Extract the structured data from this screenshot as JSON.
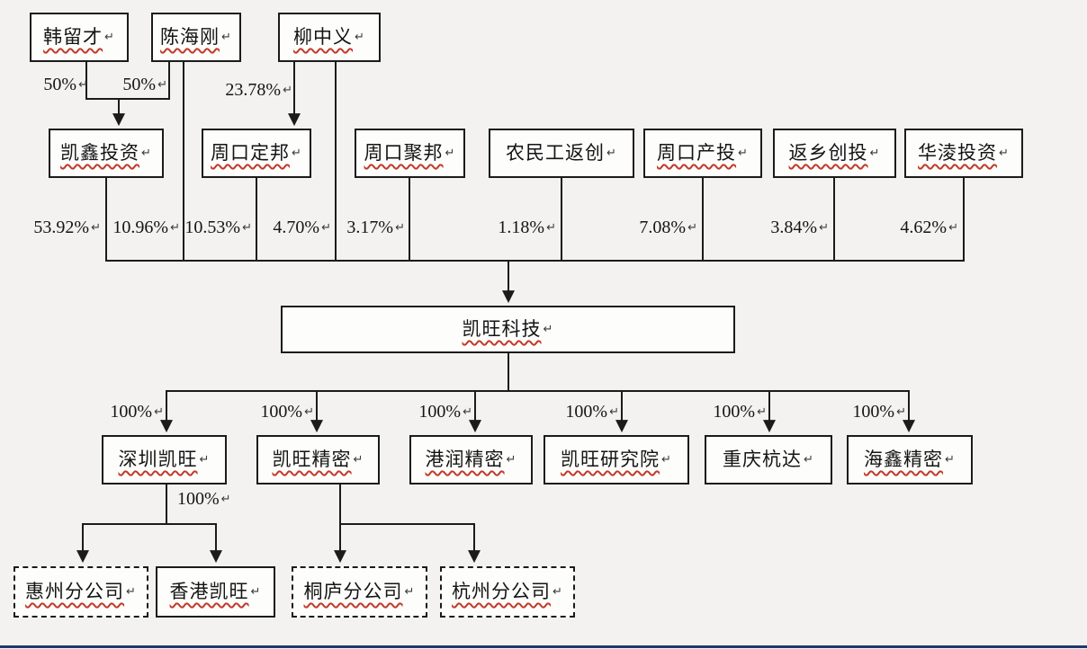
{
  "mark": "↵",
  "colors": {
    "background": "#f3f2f1",
    "box_border": "#1b1b1b",
    "box_fill": "#fdfdfc",
    "red_underline": "#c23a28",
    "bottom_bar": "#20386b"
  },
  "persons": {
    "han": "韩留才",
    "chen": "陈海刚",
    "liu": "柳中义"
  },
  "top_stakes": {
    "han_to_kaixin": "50%",
    "chen_to_kaixin": "50%",
    "liu_to_dingbang": "23.78%"
  },
  "holders": {
    "kaixin": "凯鑫投资",
    "dingbang": "周口定邦",
    "jubang": "周口聚邦",
    "nongmin": "农民工返创",
    "chantou": "周口产投",
    "fanxiang": "返乡创投",
    "hualing": "华淩投资"
  },
  "company_stakes": {
    "kaixin": "53.92%",
    "chen_direct": "10.96%",
    "dingbang": "10.53%",
    "liu_direct": "4.70%",
    "jubang": "3.17%",
    "nongmin": "1.18%",
    "chantou": "7.08%",
    "fanxiang": "3.84%",
    "hualing": "4.62%"
  },
  "company": "凯旺科技",
  "subsidiary_stake": "100%",
  "subsidiaries": {
    "shenzhen": "深圳凯旺",
    "jingmi": "凯旺精密",
    "gangrun": "港润精密",
    "yanjiu": "凯旺研究院",
    "chongqing": "重庆杭达",
    "haixin": "海鑫精密"
  },
  "shenzhen_child_stake": "100%",
  "branches": {
    "huizhou": "惠州分公司",
    "hongkong": "香港凯旺",
    "tonglu": "桐庐分公司",
    "hangzhou": "杭州分公司"
  }
}
